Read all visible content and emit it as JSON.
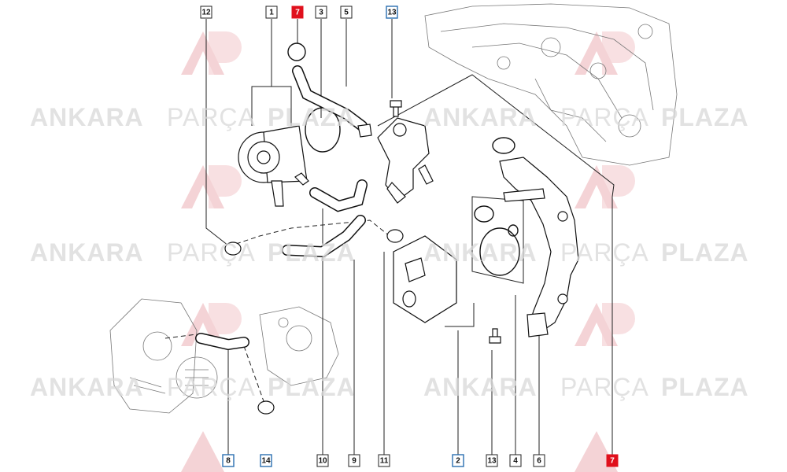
{
  "watermark": {
    "brand_part1": "ANKARA",
    "brand_part2": "PARÇA",
    "brand_part3": "PLAZA",
    "color": "#d9d9d9",
    "logo_color": "#f2c9cc"
  },
  "callouts_top": [
    {
      "label": "12",
      "style": "plain"
    },
    {
      "label": "1",
      "style": "plain"
    },
    {
      "label": "7",
      "style": "red"
    },
    {
      "label": "3",
      "style": "plain"
    },
    {
      "label": "5",
      "style": "plain"
    },
    {
      "label": "13",
      "style": "blue"
    }
  ],
  "callouts_bottom": [
    {
      "label": "8",
      "style": "blue"
    },
    {
      "label": "14",
      "style": "blue"
    },
    {
      "label": "10",
      "style": "plain"
    },
    {
      "label": "9",
      "style": "plain"
    },
    {
      "label": "11",
      "style": "plain"
    },
    {
      "label": "2",
      "style": "blue"
    },
    {
      "label": "13",
      "style": "plain"
    },
    {
      "label": "4",
      "style": "plain"
    },
    {
      "label": "6",
      "style": "plain"
    },
    {
      "label": "7",
      "style": "red"
    }
  ],
  "colors": {
    "red": "#e0101c",
    "blue": "#2a6fb0",
    "ink": "#111111"
  }
}
